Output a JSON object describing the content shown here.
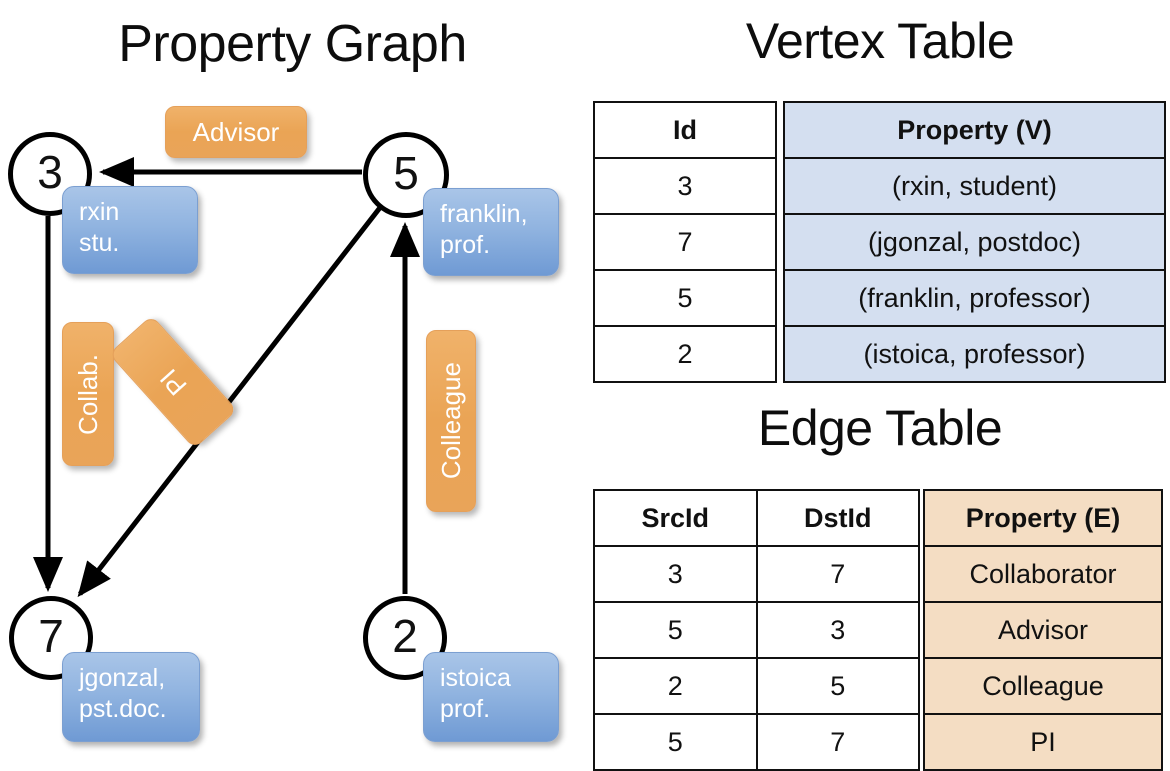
{
  "titles": {
    "property_graph": "Property Graph",
    "vertex_table": "Vertex Table",
    "edge_table": "Edge Table"
  },
  "colors": {
    "vertex_property_fill": "#d4dff0",
    "edge_property_fill": "#f4ddc3",
    "node_property_box": "#91b4e0",
    "edge_label_box": "#eaa455",
    "stroke": "#111111"
  },
  "graph": {
    "nodes": [
      {
        "id": "3",
        "property_lines": [
          "rxin",
          "stu."
        ]
      },
      {
        "id": "5",
        "property_lines": [
          "franklin,",
          "prof."
        ]
      },
      {
        "id": "7",
        "property_lines": [
          "jgonzal,",
          "pst.doc."
        ]
      },
      {
        "id": "2",
        "property_lines": [
          "istoica",
          "prof."
        ]
      }
    ],
    "edge_labels": [
      {
        "name": "advisor",
        "text": "Advisor",
        "orientation": "horizontal"
      },
      {
        "name": "collab",
        "text": "Collab.",
        "orientation": "vertical"
      },
      {
        "name": "pi",
        "text": "PI",
        "orientation": "vertical-rotated"
      },
      {
        "name": "colleague",
        "text": "Colleague",
        "orientation": "vertical"
      }
    ],
    "edges": [
      {
        "src": "5",
        "dst": "3",
        "label": "Advisor"
      },
      {
        "src": "3",
        "dst": "7",
        "label": "Collab."
      },
      {
        "src": "5",
        "dst": "7",
        "label": "PI"
      },
      {
        "src": "2",
        "dst": "5",
        "label": "Colleague"
      }
    ]
  },
  "vertex_table": {
    "headers": {
      "id": "Id",
      "property": "Property (V)"
    },
    "rows": [
      {
        "id": "3",
        "property": "(rxin, student)"
      },
      {
        "id": "7",
        "property": "(jgonzal, postdoc)"
      },
      {
        "id": "5",
        "property": "(franklin, professor)"
      },
      {
        "id": "2",
        "property": "(istoica, professor)"
      }
    ]
  },
  "edge_table": {
    "headers": {
      "src": "SrcId",
      "dst": "DstId",
      "property": "Property (E)"
    },
    "rows": [
      {
        "src": "3",
        "dst": "7",
        "property": "Collaborator"
      },
      {
        "src": "5",
        "dst": "3",
        "property": "Advisor"
      },
      {
        "src": "2",
        "dst": "5",
        "property": "Colleague"
      },
      {
        "src": "5",
        "dst": "7",
        "property": "PI"
      }
    ]
  }
}
